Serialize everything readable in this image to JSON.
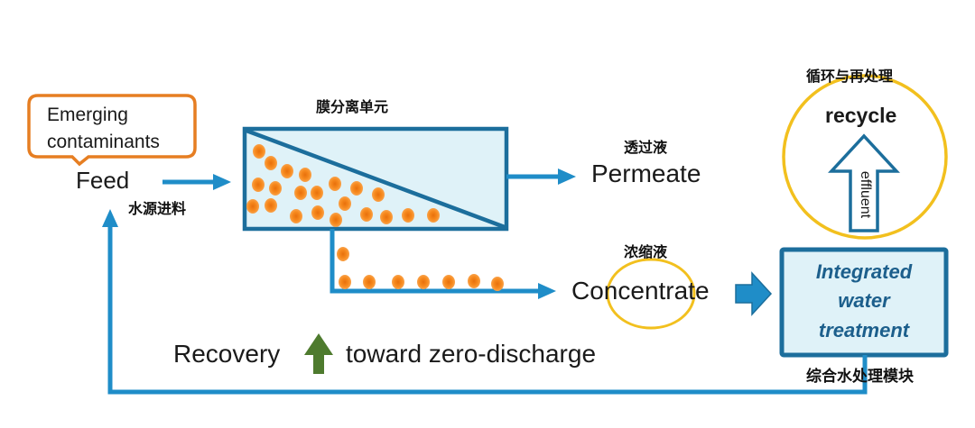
{
  "colors": {
    "flow_blue": "#1f8dc8",
    "box_blue": "#1c6e9c",
    "box_fill": "#dff2f8",
    "particle_orange": "#f78a1e",
    "particle_core": "#e8700c",
    "callout_orange": "#e67e22",
    "highlight_yellow": "#f2c01e",
    "recovery_green": "#4e7b2e",
    "treatment_text": "#1c5f8c"
  },
  "feed": {
    "callout_text_line1": "Emerging",
    "callout_text_line2": "contaminants",
    "label": "Feed",
    "label_zh": "水源进料"
  },
  "membrane_unit": {
    "title_zh": "膜分离单元"
  },
  "permeate": {
    "label": "Permeate",
    "label_zh": "透过液"
  },
  "concentrate": {
    "label": "Concentrate",
    "label_zh": "浓缩液"
  },
  "recycle": {
    "title_zh": "循环与再处理",
    "label": "recycle",
    "arrow_label": "effluent"
  },
  "treatment": {
    "line1": "Integrated",
    "line2": "water",
    "line3": "treatment",
    "label_zh": "综合水处理模块"
  },
  "recovery": {
    "label_left": "Recovery",
    "label_right": "toward zero-discharge"
  }
}
